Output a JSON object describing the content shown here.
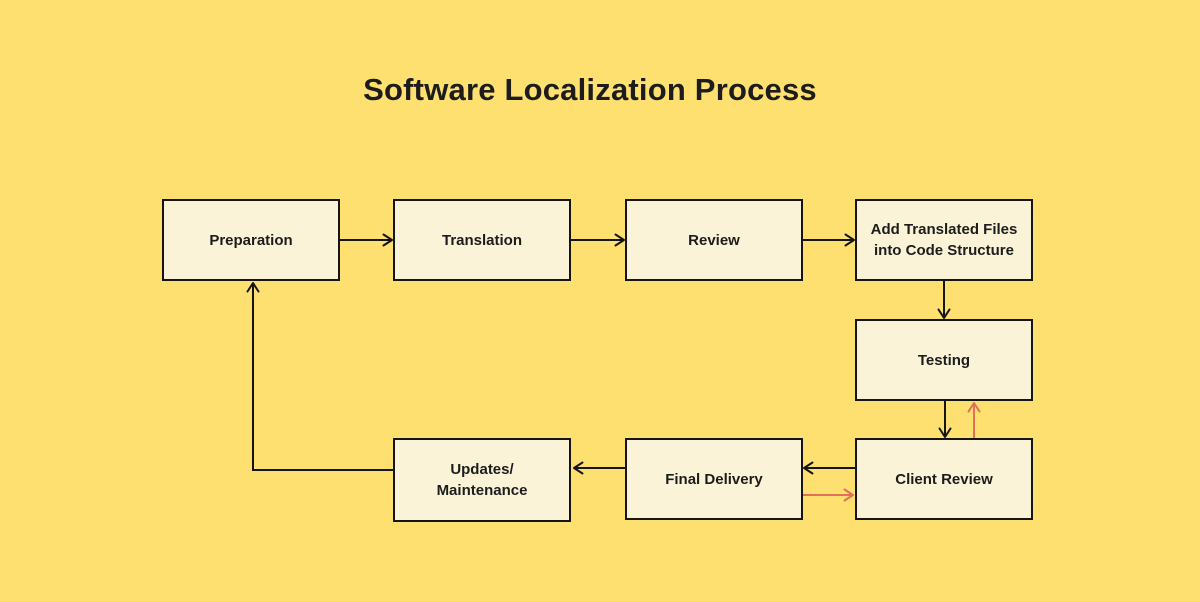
{
  "title": "Software Localization Process",
  "colors": {
    "background": "#FDE070",
    "node_fill": "#FBF3D8",
    "node_border": "#151515",
    "arrow": "#151515",
    "feedback_arrow": "#E0705A"
  },
  "nodes": [
    {
      "id": "preparation",
      "label": "Preparation"
    },
    {
      "id": "translation",
      "label": "Translation"
    },
    {
      "id": "review",
      "label": "Review"
    },
    {
      "id": "add-files",
      "label": "Add Translated Files\ninto Code Structure"
    },
    {
      "id": "testing",
      "label": "Testing"
    },
    {
      "id": "client-review",
      "label": "Client Review"
    },
    {
      "id": "final-delivery",
      "label": "Final Delivery"
    },
    {
      "id": "updates",
      "label": "Updates/\nMaintenance"
    }
  ],
  "edges": [
    {
      "from": "preparation",
      "to": "translation",
      "style": "normal"
    },
    {
      "from": "translation",
      "to": "review",
      "style": "normal"
    },
    {
      "from": "review",
      "to": "add-files",
      "style": "normal"
    },
    {
      "from": "add-files",
      "to": "testing",
      "style": "normal"
    },
    {
      "from": "testing",
      "to": "client-review",
      "style": "normal"
    },
    {
      "from": "client-review",
      "to": "final-delivery",
      "style": "normal"
    },
    {
      "from": "final-delivery",
      "to": "updates",
      "style": "normal"
    },
    {
      "from": "updates",
      "to": "preparation",
      "style": "normal"
    },
    {
      "from": "client-review",
      "to": "testing",
      "style": "feedback"
    },
    {
      "from": "final-delivery",
      "to": "client-review",
      "style": "feedback"
    }
  ]
}
